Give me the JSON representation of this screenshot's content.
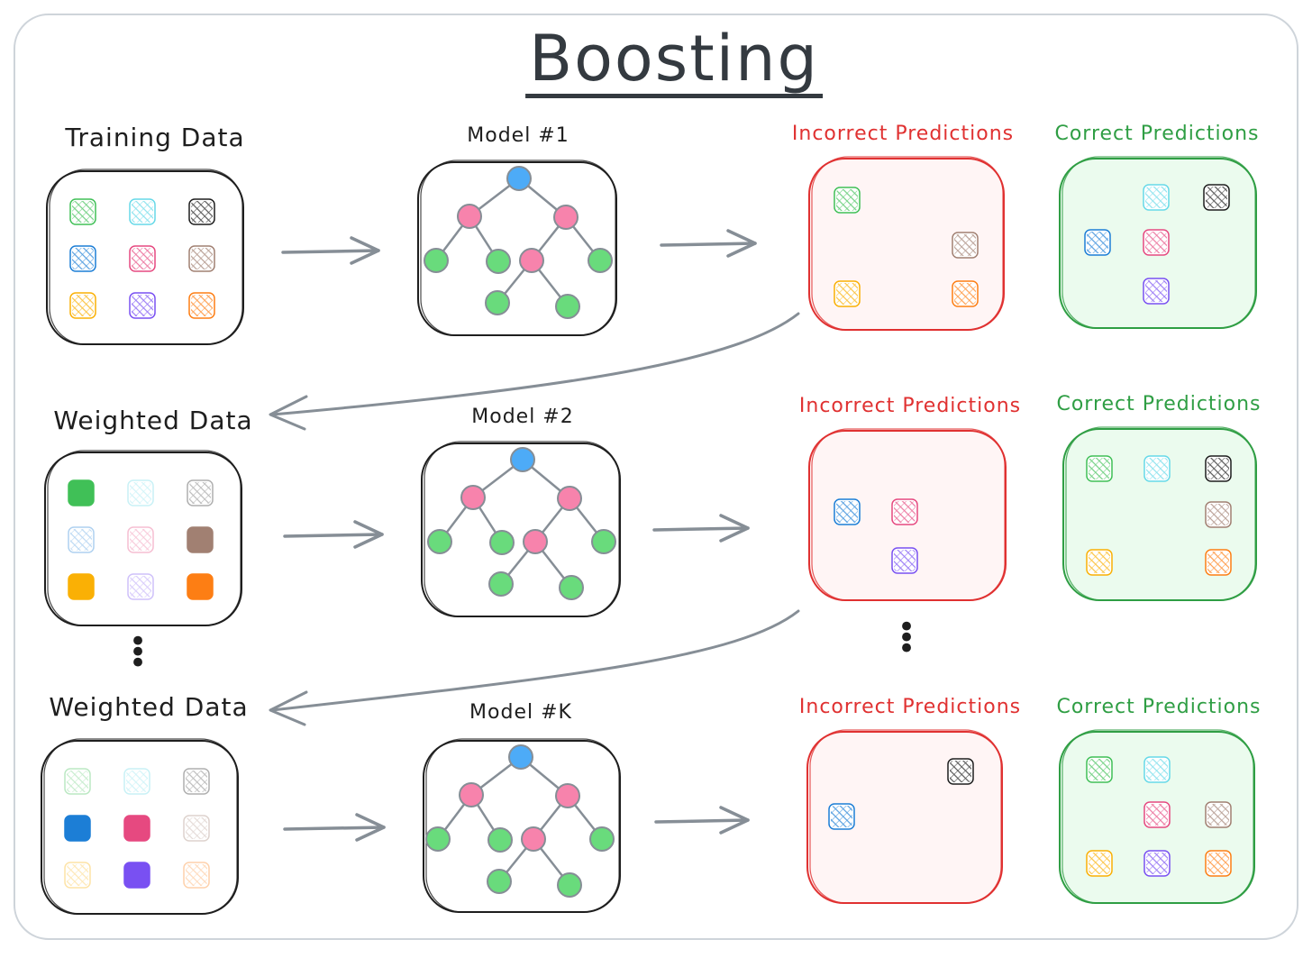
{
  "title": "Boosting",
  "colors": {
    "green": "#40c057",
    "cyan": "#66d9e8",
    "black": "#1e1e1e",
    "blue": "#1c7ed6",
    "pink": "#e64980",
    "brown": "#a18072",
    "yellow": "#fab005",
    "violet": "#7950f2",
    "orange": "#fd7e14",
    "node_root": "#4dabf7",
    "node_mid": "#f783ac",
    "node_leaf": "#69db7c",
    "arrow": "#868e96",
    "red_stroke": "#e03131",
    "red_fill": "#fff5f5",
    "green_stroke": "#2f9e44",
    "green_fill": "#ebfbee"
  },
  "rows": [
    {
      "data_label": "Training Data",
      "model_label": "Model #1",
      "incorrect_label": "Incorrect Predictions",
      "correct_label": "Correct Predictions",
      "data_squares": [
        {
          "color": "green",
          "style": "hatch"
        },
        {
          "color": "cyan",
          "style": "hatch"
        },
        {
          "color": "black",
          "style": "hatch"
        },
        {
          "color": "blue",
          "style": "hatch"
        },
        {
          "color": "pink",
          "style": "hatch"
        },
        {
          "color": "brown",
          "style": "hatch"
        },
        {
          "color": "yellow",
          "style": "hatch"
        },
        {
          "color": "violet",
          "style": "hatch"
        },
        {
          "color": "orange",
          "style": "hatch"
        }
      ],
      "incorrect_items": [
        "green",
        "brown",
        "yellow",
        "orange"
      ],
      "correct_items": [
        "cyan",
        "black",
        "blue",
        "pink",
        "violet"
      ]
    },
    {
      "data_label": "Weighted Data",
      "model_label": "Model #2",
      "incorrect_label": "Incorrect Predictions",
      "correct_label": "Correct Predictions",
      "data_squares": [
        {
          "color": "green",
          "style": "solid"
        },
        {
          "color": "cyan",
          "style": "faint"
        },
        {
          "color": "black",
          "style": "faint"
        },
        {
          "color": "blue",
          "style": "faint"
        },
        {
          "color": "pink",
          "style": "faint"
        },
        {
          "color": "brown",
          "style": "solid"
        },
        {
          "color": "yellow",
          "style": "solid"
        },
        {
          "color": "violet",
          "style": "faint"
        },
        {
          "color": "orange",
          "style": "solid"
        }
      ],
      "incorrect_items": [
        "blue",
        "pink",
        "violet"
      ],
      "correct_items": [
        "green",
        "cyan",
        "black",
        "brown",
        "yellow",
        "orange"
      ]
    },
    {
      "data_label": "Weighted Data",
      "model_label": "Model #K",
      "incorrect_label": "Incorrect Predictions",
      "correct_label": "Correct Predictions",
      "data_squares": [
        {
          "color": "green",
          "style": "faint"
        },
        {
          "color": "cyan",
          "style": "faint"
        },
        {
          "color": "black",
          "style": "faint"
        },
        {
          "color": "blue",
          "style": "solid"
        },
        {
          "color": "pink",
          "style": "solid"
        },
        {
          "color": "brown",
          "style": "faint"
        },
        {
          "color": "yellow",
          "style": "faint"
        },
        {
          "color": "violet",
          "style": "solid"
        },
        {
          "color": "orange",
          "style": "faint"
        }
      ],
      "incorrect_items": [
        "black",
        "blue"
      ],
      "correct_items": [
        "green",
        "cyan",
        "pink",
        "brown",
        "yellow",
        "violet",
        "orange"
      ]
    }
  ]
}
